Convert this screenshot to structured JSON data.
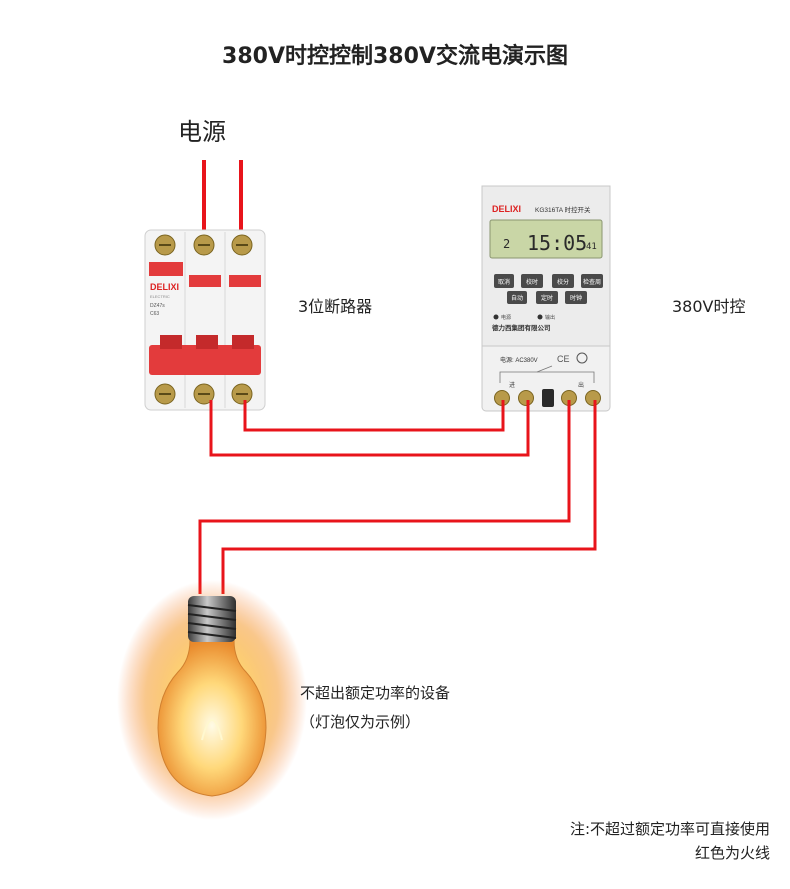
{
  "title": "380V时控控制380V交流电演示图",
  "labels": {
    "power": "电源",
    "breaker": "3位断路器",
    "timer": "380V时控",
    "device": "不超出额定功率的设备",
    "device_note": "（灯泡仅为示例）"
  },
  "notes": {
    "line1": "注:不超过额定功率可直接使用",
    "line2": "红色为火线"
  },
  "breaker": {
    "brand": "DELIXI",
    "subtitle": "ELECTRIC",
    "model": "DZ47s",
    "rating": "C63"
  },
  "timer": {
    "brand": "DELIXI",
    "model": "KG316TA 时控开关",
    "display_day": "2",
    "display_time": "15:05",
    "display_sec": "41",
    "buttons": [
      "取消",
      "校时",
      "校分",
      "检查周",
      "定时",
      "自动",
      "时钟"
    ],
    "indicators": [
      "电源",
      "输出"
    ],
    "company": "德力西集团有限公司",
    "voltage": "电源: AC380V",
    "terminal_in": "进",
    "terminal_out": "出"
  },
  "colors": {
    "wire": "#e8141b",
    "breaker_red": "#e33b3c",
    "lcd": "#c9d6a6"
  }
}
